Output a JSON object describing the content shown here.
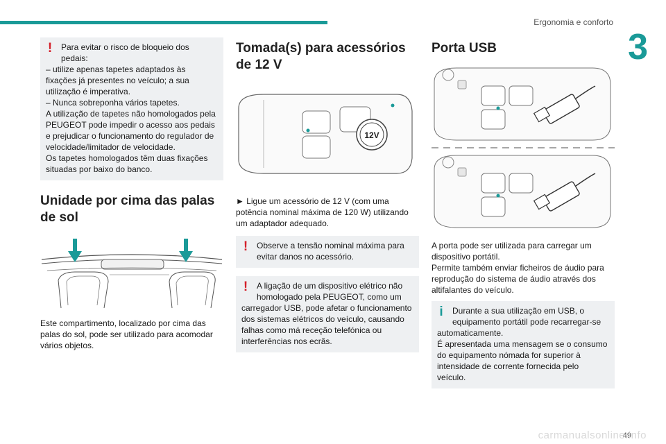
{
  "header": {
    "section_title": "Ergonomia e conforto",
    "chapter_number": "3"
  },
  "footer": {
    "page_number": "49",
    "watermark": "carmanualsonline.info"
  },
  "col1": {
    "warning": {
      "lead": "Para evitar o risco de bloqueio dos pedais:",
      "lines": [
        "– utilize apenas tapetes adaptados às fixações já presentes no veículo; a sua utilização é imperativa.",
        "– Nunca sobreponha vários tapetes.",
        "A utilização de tapetes não homologados pela PEUGEOT pode impedir o acesso aos pedais e prejudicar o funcionamento do regulador de velocidade/limitador de velocidade.",
        "Os tapetes homologados têm duas fixações situadas por baixo do banco."
      ]
    },
    "heading": "Unidade por cima das palas de sol",
    "body": "Este compartimento, localizado por cima das palas do sol, pode ser utilizado para acomodar vários objetos."
  },
  "col2": {
    "heading": "Tomada(s) para acessórios de 12 V",
    "socket_label": "12V",
    "instruction": "► Ligue um acessório de 12 V (com uma potência nominal máxima de 120 W) utilizando um adaptador adequado.",
    "warning1": "Observe a tensão nominal máxima para evitar danos no acessório.",
    "warning2_lead": "A ligação de um dispositivo elétrico não homologado pela PEUGEOT, como um",
    "warning2_rest": "carregador USB, pode afetar o funcionamento dos sistemas elétricos do veículo, causando falhas como má receção telefónica ou interferências nos ecrãs."
  },
  "col3": {
    "heading": "Porta USB",
    "body_lines": [
      "A porta pode ser utilizada para carregar um dispositivo portátil.",
      "Permite também enviar ficheiros de áudio para reprodução do sistema de áudio através dos altifalantes do veículo."
    ],
    "info_lead": "Durante a sua utilização em USB, o equipamento portátil pode recarregar-se",
    "info_rest": "automaticamente.",
    "info_line2": "É apresentada uma mensagem se o consumo do equipamento nómada for superior à intensidade de corrente fornecida pelo veículo."
  },
  "colors": {
    "accent": "#1a9a98",
    "warning": "#d4212b",
    "box_bg": "#eef0f2"
  },
  "icons": [
    "warning-icon",
    "info-icon",
    "usb-plug-icon",
    "12v-socket-icon",
    "arrow-down-icon"
  ]
}
